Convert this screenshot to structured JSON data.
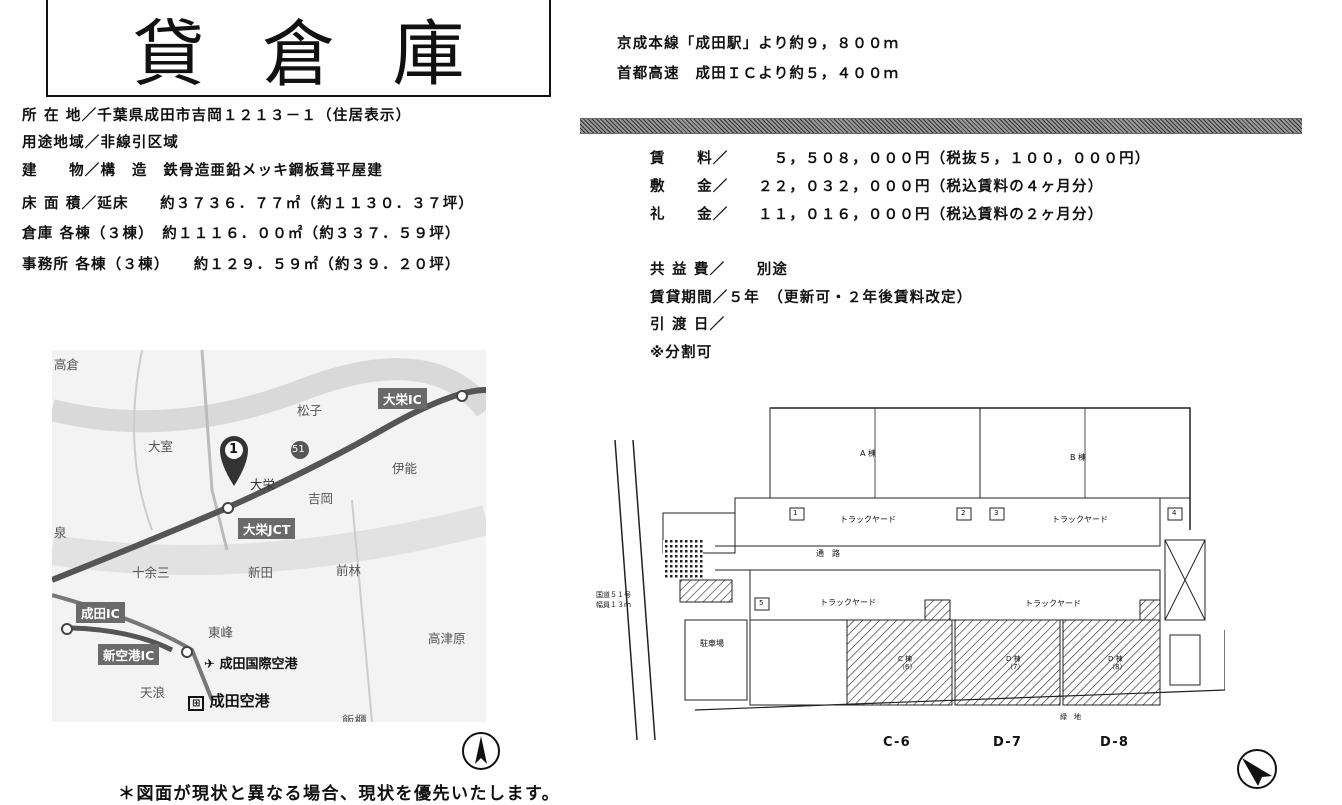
{
  "title": "貸倉庫",
  "access": [
    "京成本線「成田駅」より約９，８００ｍ",
    "首都高速　成田ＩＣより約５，４００ｍ"
  ],
  "property": [
    "所 在 地／千葉県成田市吉岡１２１３－１（住居表示）",
    "用途地域／非線引区域",
    "建　　物／構　造　鉄骨造亜鉛メッキ鋼板葺平屋建",
    "床 面 積／延床　　約３７３６．７７㎡（約１１３０．３７坪）",
    "倉庫 各棟（３棟）　約１１１６．００㎡（約３３７．５９坪）",
    "事務所 各棟（３棟）　　約１２９．５９㎡（約３９．２０坪）"
  ],
  "terms": [
    {
      "label": "賃　　料／",
      "value": "　５，５０８，０００円（税抜５，１００，０００円）"
    },
    {
      "label": "敷　　金／",
      "value": "２２，０３２，０００円（税込賃料の４ヶ月分）"
    },
    {
      "label": "礼　　金／",
      "value": "１１，０１６，０００円（税込賃料の２ヶ月分）"
    }
  ],
  "extra": [
    "共 益 費／　　別途",
    "賃貸期間／５年　（更新可・２年後賃料改定）",
    "引 渡 日／",
    "※分割可"
  ],
  "footnote": "＊図面が現状と異なる場合、現状を優先いたします。",
  "map": {
    "marker": "1",
    "places": [
      "高倉",
      "松子",
      "大室",
      "伊能",
      "大栄",
      "吉岡",
      "十余三",
      "新田",
      "前林",
      "東峰",
      "高津原",
      "天浪",
      "飯櫃",
      "泉"
    ],
    "signs": [
      "大栄IC",
      "大栄JCT",
      "成田IC",
      "新空港IC"
    ],
    "route": "51",
    "airport": "成田国際空港",
    "station": "成田空港"
  },
  "plan": {
    "buildings": [
      "A 棟",
      "B 棟"
    ],
    "yard": "トラックヤード",
    "passage": "通　路",
    "parking": "駐車場",
    "road": "国道５１号\n幅員１３ｍ",
    "green": "緑　地",
    "units": [
      "C-6",
      "D-7",
      "D-8"
    ],
    "units_inner": [
      "C 棟\n（6）",
      "D 棟\n（7）",
      "D 棟\n（8）"
    ],
    "nums": [
      "1",
      "2",
      "3",
      "4",
      "5"
    ]
  }
}
